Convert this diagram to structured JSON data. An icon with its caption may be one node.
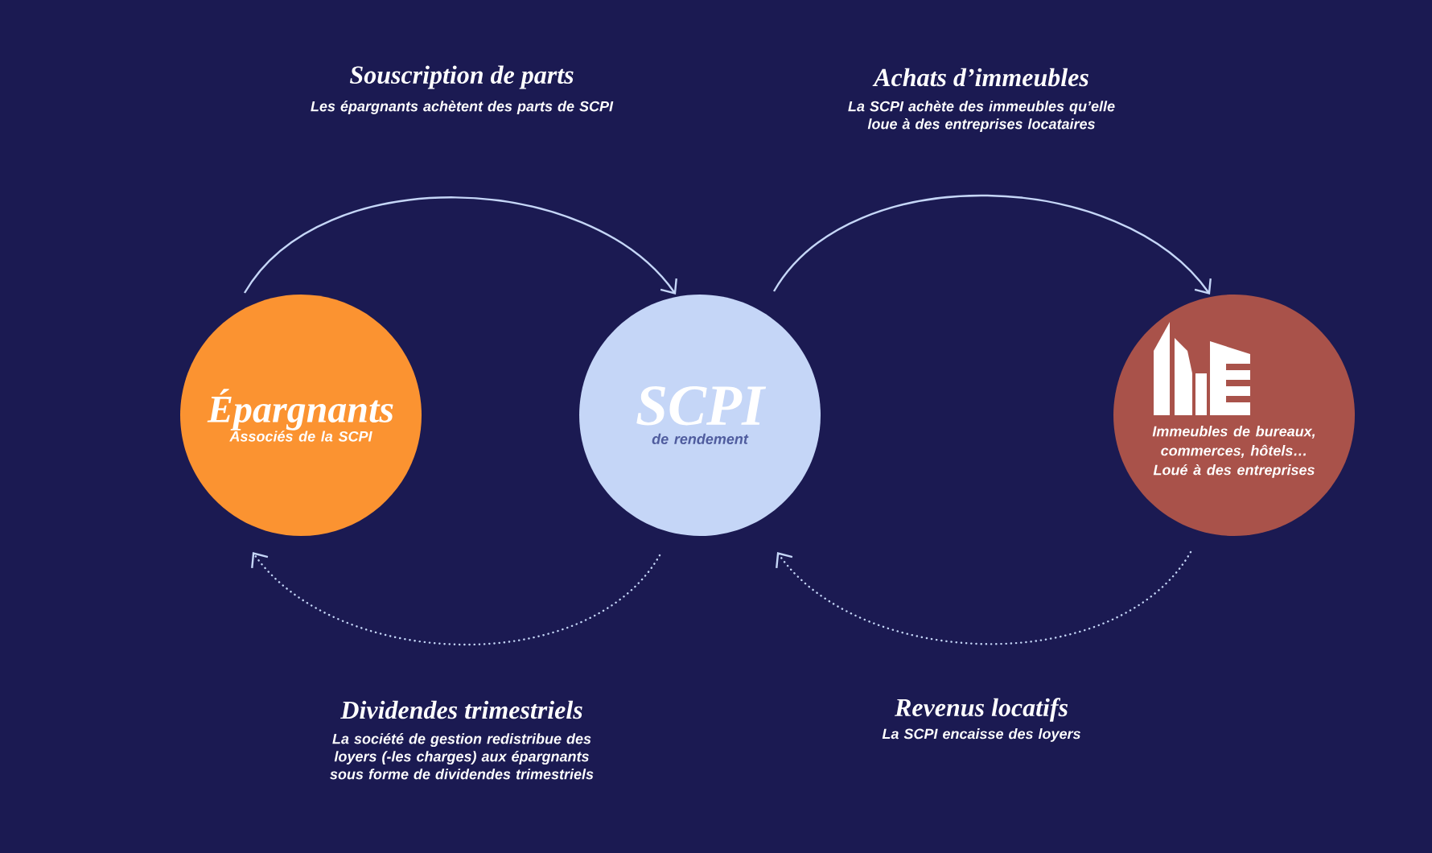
{
  "diagram": {
    "nodes": [
      {
        "text": [
          "Épargnants",
          "Associés de la SCPI"
        ]
      },
      {
        "text": [
          "SCPI",
          "de rendement"
        ]
      },
      {
        "text": [
          "Immeubles de bureaux, commerces, hôtels… Loué à des entreprises"
        ]
      }
    ],
    "edges": [
      {
        "from": 0,
        "to": 1,
        "arrow": "to",
        "label": "Souscription de parts"
      },
      {
        "from": 1,
        "to": 2,
        "arrow": "to",
        "label": "Achats d’immeubles"
      },
      {
        "from": 1,
        "to": 0,
        "arrow": "to",
        "label": "Dividendes trimestriels",
        "style": "dashed"
      },
      {
        "from": 2,
        "to": 1,
        "arrow": "to",
        "label": "Revenus locatifs",
        "style": "dashed"
      }
    ],
    "labels": [
      "Les épargnants achètent des parts de SCPI",
      "La SCPI achète des immeubles qu’elle loue à des entreprises locataires",
      "La société de gestion redistribue des loyers (-les charges) aux épargnants sous forme de dividendes trimestriels",
      "La SCPI encaisse des loyers"
    ]
  }
}
